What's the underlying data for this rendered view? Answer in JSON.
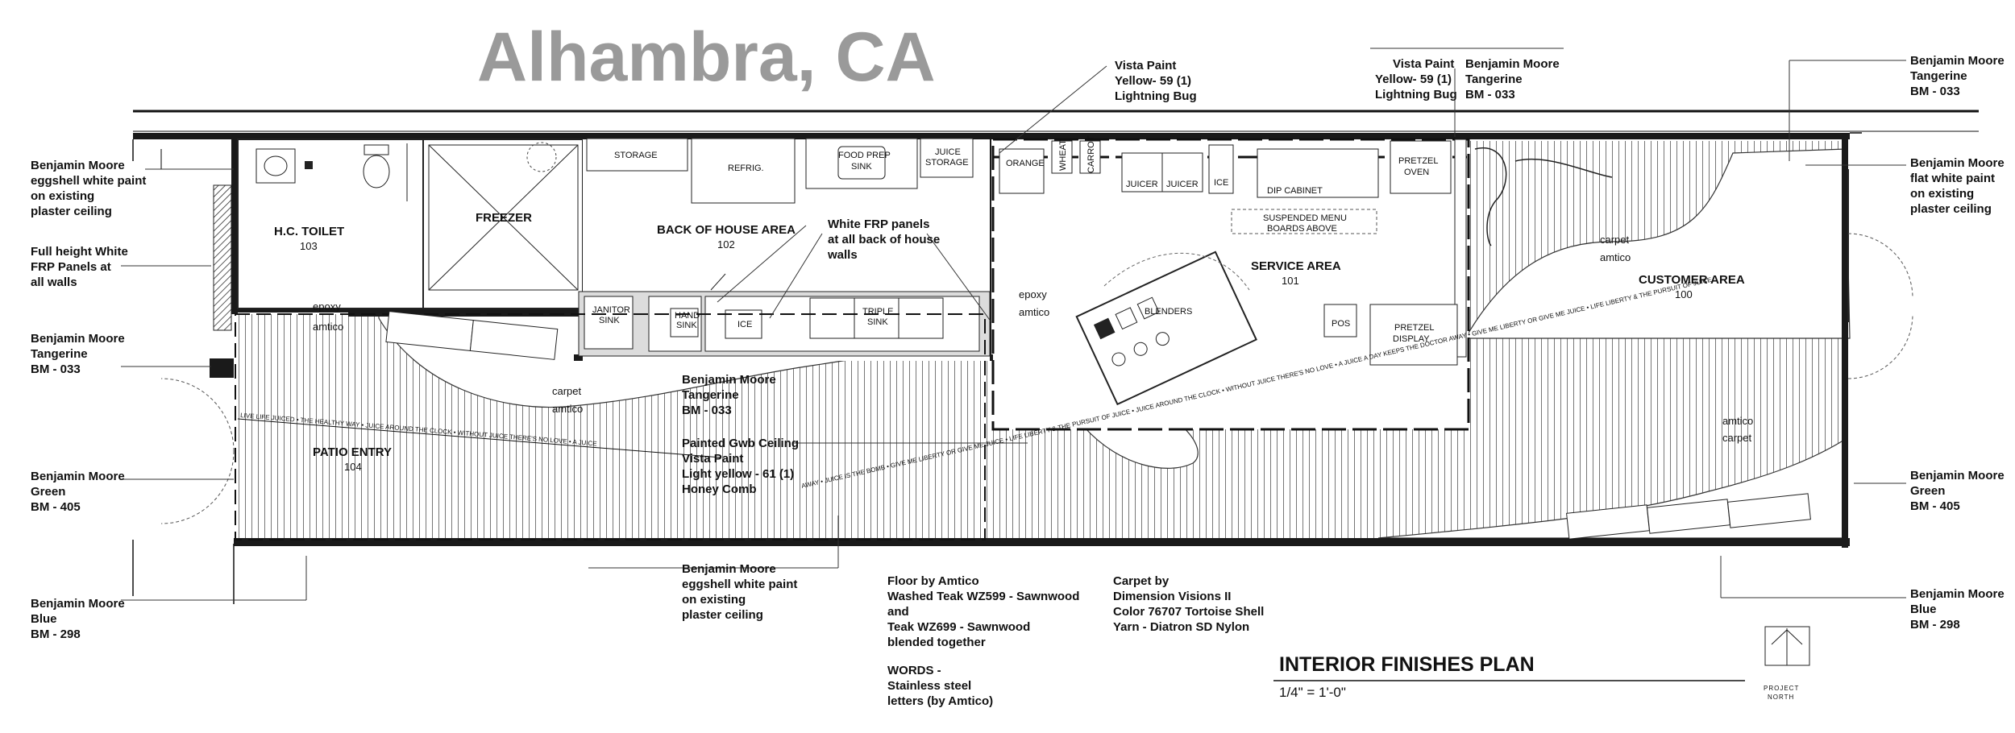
{
  "title": "Alhambra, CA",
  "plan_title": "INTERIOR FINISHES PLAN",
  "scale": "1/4\" = 1'-0\"",
  "north": {
    "line1": "PROJECT",
    "line2": "NORTH"
  },
  "rooms": {
    "toilet": {
      "name": "H.C. TOILET",
      "num": "103"
    },
    "freezer": {
      "name": "FREEZER"
    },
    "boh": {
      "name": "BACK OF HOUSE AREA",
      "num": "102"
    },
    "service": {
      "name": "SERVICE AREA",
      "num": "101"
    },
    "customer": {
      "name": "CUSTOMER AREA",
      "num": "100"
    },
    "patio": {
      "name": "PATIO ENTRY",
      "num": "104"
    }
  },
  "equipment": {
    "storage": "STORAGE",
    "refrig": "REFRIG.",
    "food_prep_1": "FOOD PREP",
    "food_prep_2": "SINK",
    "juice_storage_1": "JUICE",
    "juice_storage_2": "STORAGE",
    "orange": "ORANGE",
    "wheat": "WHEAT",
    "carrot": "CARROT",
    "juicer_1": "JUICER",
    "juicer_2": "JUICER",
    "ice_1": "ICE",
    "dip_cabinet": "DIP CABINET",
    "pretzel_oven_1": "PRETZEL",
    "pretzel_oven_2": "OVEN",
    "menu_1": "SUSPENDED MENU",
    "menu_2": "BOARDS ABOVE",
    "janitor_1": "JANITOR",
    "janitor_2": "SINK",
    "hand_1": "HAND",
    "hand_2": "SINK",
    "ice_2": "ICE",
    "triple_1": "TRIPLE",
    "triple_2": "SINK",
    "blenders": "BLENDERS",
    "pos": "POS",
    "pretzel_display_1": "PRETZEL",
    "pretzel_display_2": "DISPLAY"
  },
  "finish_labels": {
    "epoxy_1": "epoxy",
    "amtico_1": "amtico",
    "carpet_1": "carpet",
    "amtico_2": "amtico",
    "epoxy_2": "epoxy",
    "amtico_3": "amtico",
    "carpet_2": "carpet",
    "amtico_4": "amtico",
    "amtico_5": "amtico",
    "carpet_3": "carpet"
  },
  "callouts": {
    "left_ceiling": [
      "Benjamin Moore",
      "eggshell white paint",
      "on existing",
      "plaster ceiling"
    ],
    "left_frp": [
      "Full height White",
      "FRP Panels at",
      "all walls"
    ],
    "left_tangerine": [
      "Benjamin Moore",
      "Tangerine",
      "BM  - 033"
    ],
    "left_green": [
      "Benjamin Moore",
      "Green",
      "BM - 405"
    ],
    "left_blue": [
      "Benjamin Moore",
      "Blue",
      "BM  - 298"
    ],
    "top_vista": [
      "Vista Paint",
      "Yellow- 59 (1)",
      "Lightning Bug"
    ],
    "top_vista_2": [
      "Vista Paint",
      "Yellow- 59 (1)",
      "Lightning Bug"
    ],
    "top_bm": [
      "Benjamin Moore",
      "Tangerine",
      "BM  - 033"
    ],
    "right_tangerine": [
      "Benjamin Moore",
      "Tangerine",
      "BM  - 033"
    ],
    "right_ceiling": [
      "Benjamin Moore",
      "flat white paint",
      "on existing",
      "plaster ceiling"
    ],
    "right_green": [
      "Benjamin Moore",
      "Green",
      "BM - 405"
    ],
    "right_blue": [
      "Benjamin Moore",
      "Blue",
      "BM  - 298"
    ],
    "frp_boh": [
      "White FRP panels",
      "at all back of house",
      "walls"
    ],
    "center_tangerine": [
      "Benjamin Moore",
      "Tangerine",
      "BM  - 033"
    ],
    "center_ceiling": [
      "Painted Gwb Ceiling",
      "Vista Paint",
      "Light yellow - 61 (1)",
      "Honey Comb"
    ],
    "bottom_ceiling": [
      "Benjamin Moore",
      "eggshell white paint",
      "on existing",
      "plaster ceiling"
    ],
    "floor": [
      "Floor by Amtico",
      "Washed Teak WZ599 - Sawnwood",
      "and",
      "Teak WZ699 - Sawnwood",
      "blended together"
    ],
    "words": [
      "WORDS -",
      "Stainless steel",
      "letters (by Amtico)"
    ],
    "carpet": [
      "Carpet by",
      "Dimension Visions II",
      "Color 76707 Tortoise Shell",
      "Yarn - Diatron SD Nylon"
    ]
  },
  "floor_words": [
    "LIVE LIFE JUICED • THE HEALTHY WAY • JUICE AROUND THE CLOCK • WITHOUT JUICE THERE'S NO LOVE • A JUICE",
    "AWAY • JUICE IS THE BOMB • GIVE ME LIBERTY OR GIVE ME JUICE • LIFE LIBERTY & THE PURSUIT OF JUICE • JUICE AROUND THE CLOCK • WITHOUT JUICE THERE'S NO LOVE • A JUICE A DAY KEEPS THE DOCTOR AWAY • GIVE ME LIBERTY OR GIVE ME JUICE • LIFE LIBERTY & THE PURSUIT OF JUICE"
  ]
}
